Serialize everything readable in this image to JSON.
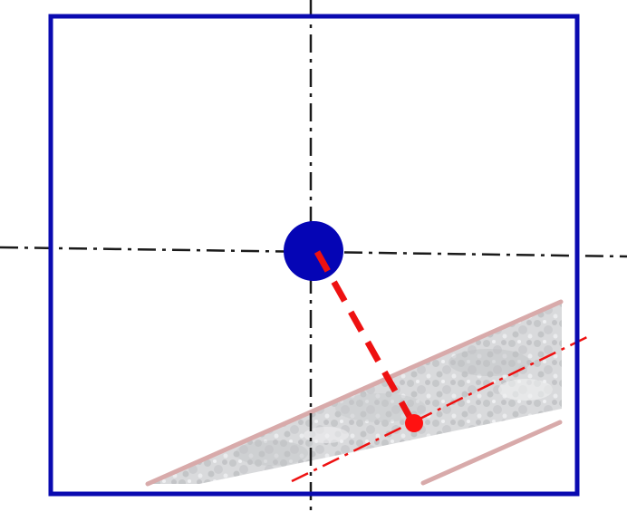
{
  "colors": {
    "background": "#ffffff",
    "frame": "#0a0ab0",
    "center_point": "#0505b5",
    "axis_line": "#1a1a1a",
    "offset_line": "#ee1111",
    "offset_point": "#ff1111",
    "band_edge": "#d8aaaa",
    "band_fill": "#d9dadc",
    "band_texture": "#b7b9bc"
  },
  "elements": {
    "frame": "square-frame",
    "vertical_axis": "vertical-centerline",
    "horizontal_axis": "horizontal-centerline",
    "center_point": "center-point",
    "band": "inclined-band",
    "band_centerline": "band-centerline",
    "offset_line": "offset-line",
    "offset_point": "offset-point"
  }
}
